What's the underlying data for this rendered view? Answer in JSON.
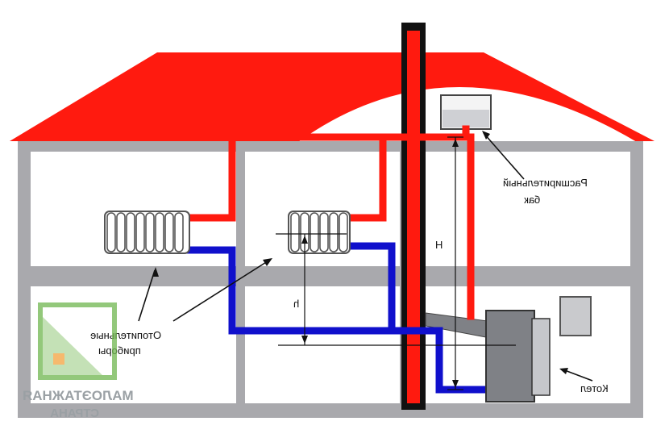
{
  "labels": {
    "expansion_tank_line1": "Расширительный",
    "expansion_tank_line2": "бак",
    "heaters_line1": "Отопительные",
    "heaters_line2": "приборы",
    "boiler": "Котел",
    "height_big": "H",
    "height_small": "h"
  },
  "watermark": {
    "line1": "МАЛОЭТАЖНАЯ",
    "line2": "СТРАНА"
  },
  "colors": {
    "roof": "#ff1a0f",
    "hot_pipe": "#ff1a0f",
    "cold_pipe": "#1010cc",
    "wall_fill": "#a9a9ad",
    "room_fill": "#ffffff",
    "chimney": "#ff1a0f",
    "boiler": "#7f8186",
    "watermark_green": "#6fb64f"
  },
  "icons": {
    "radiator": "radiator-icon",
    "expansion_tank": "tank-icon",
    "boiler": "boiler-icon",
    "chimney": "chimney-icon"
  }
}
